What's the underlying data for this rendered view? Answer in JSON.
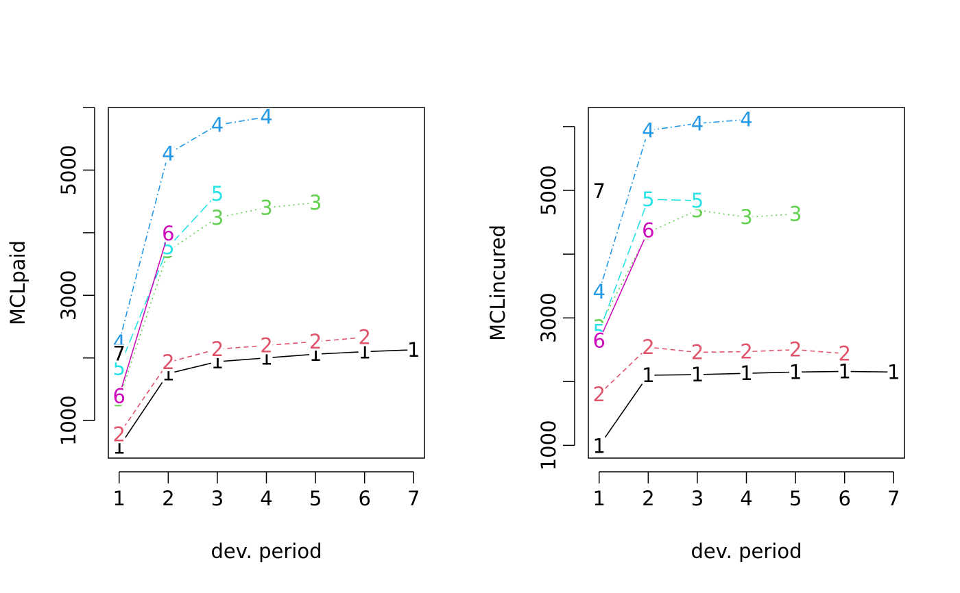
{
  "chart_data": [
    {
      "type": "line",
      "xlabel": "dev. period",
      "ylabel": "MCLpaid",
      "xlim": [
        0.78,
        7.22
      ],
      "ylim": [
        400,
        6000
      ],
      "x_ticks": [
        "1",
        "2",
        "3",
        "4",
        "5",
        "6",
        "7"
      ],
      "y_ticks": [
        1000,
        2000,
        3000,
        4000,
        5000,
        6000
      ],
      "y_tick_labels": [
        "1000",
        "",
        "3000",
        "",
        "5000",
        ""
      ],
      "grid": false,
      "legend": "none",
      "series": [
        {
          "marker": "1",
          "color": "#000000",
          "dash": "",
          "x": [
            1,
            2,
            3,
            4,
            5,
            6,
            7
          ],
          "y": [
            580,
            1750,
            1940,
            2000,
            2060,
            2100,
            2130
          ]
        },
        {
          "marker": "2",
          "color": "#DF536B",
          "dash": "7,5",
          "x": [
            1,
            2,
            3,
            4,
            5,
            6
          ],
          "y": [
            780,
            1930,
            2140,
            2200,
            2260,
            2330
          ]
        },
        {
          "marker": "3",
          "color": "#61D04F",
          "dash": "2,5",
          "x": [
            1,
            2,
            3,
            4,
            5
          ],
          "y": [
            1340,
            3710,
            4240,
            4400,
            4480
          ]
        },
        {
          "marker": "4",
          "color": "#2297E6",
          "dash": "9,4,2,4",
          "x": [
            1,
            2,
            3,
            4
          ],
          "y": [
            2250,
            5260,
            5720,
            5850
          ]
        },
        {
          "marker": "5",
          "color": "#28E2E5",
          "dash": "14,6",
          "x": [
            1,
            2,
            3
          ],
          "y": [
            1840,
            3770,
            4620
          ]
        },
        {
          "marker": "6",
          "color": "#CD0BBC",
          "dash": "",
          "x": [
            1,
            2
          ],
          "y": [
            1390,
            3990
          ]
        },
        {
          "marker": "7",
          "color": "#000000",
          "dash": "",
          "x": [
            1
          ],
          "y": [
            2070
          ]
        }
      ]
    },
    {
      "type": "line",
      "xlabel": "dev. period",
      "ylabel": "MCLincured",
      "xlim": [
        0.78,
        7.22
      ],
      "ylim": [
        800,
        6300
      ],
      "x_ticks": [
        "1",
        "2",
        "3",
        "4",
        "5",
        "6",
        "7"
      ],
      "y_ticks": [
        1000,
        2000,
        3000,
        4000,
        5000,
        6000
      ],
      "y_tick_labels": [
        "1000",
        "",
        "3000",
        "",
        "5000",
        ""
      ],
      "grid": false,
      "legend": "none",
      "series": [
        {
          "marker": "1",
          "color": "#000000",
          "dash": "",
          "x": [
            1,
            2,
            3,
            4,
            5,
            6,
            7
          ],
          "y": [
            990,
            2100,
            2110,
            2130,
            2150,
            2160,
            2150
          ]
        },
        {
          "marker": "2",
          "color": "#DF536B",
          "dash": "7,5",
          "x": [
            1,
            2,
            3,
            4,
            5,
            6
          ],
          "y": [
            1800,
            2540,
            2460,
            2470,
            2500,
            2440
          ]
        },
        {
          "marker": "3",
          "color": "#61D04F",
          "dash": "2,5",
          "x": [
            1,
            2,
            3,
            4,
            5
          ],
          "y": [
            2850,
            4340,
            4690,
            4580,
            4630
          ]
        },
        {
          "marker": "4",
          "color": "#2297E6",
          "dash": "9,4,2,4",
          "x": [
            1,
            2,
            3,
            4
          ],
          "y": [
            3410,
            5940,
            6050,
            6110
          ]
        },
        {
          "marker": "5",
          "color": "#28E2E5",
          "dash": "14,6",
          "x": [
            1,
            2,
            3
          ],
          "y": [
            2780,
            4860,
            4840
          ]
        },
        {
          "marker": "6",
          "color": "#CD0BBC",
          "dash": "",
          "x": [
            1,
            2
          ],
          "y": [
            2640,
            4370
          ]
        },
        {
          "marker": "7",
          "color": "#000000",
          "dash": "",
          "x": [
            1
          ],
          "y": [
            4990
          ]
        }
      ]
    }
  ]
}
